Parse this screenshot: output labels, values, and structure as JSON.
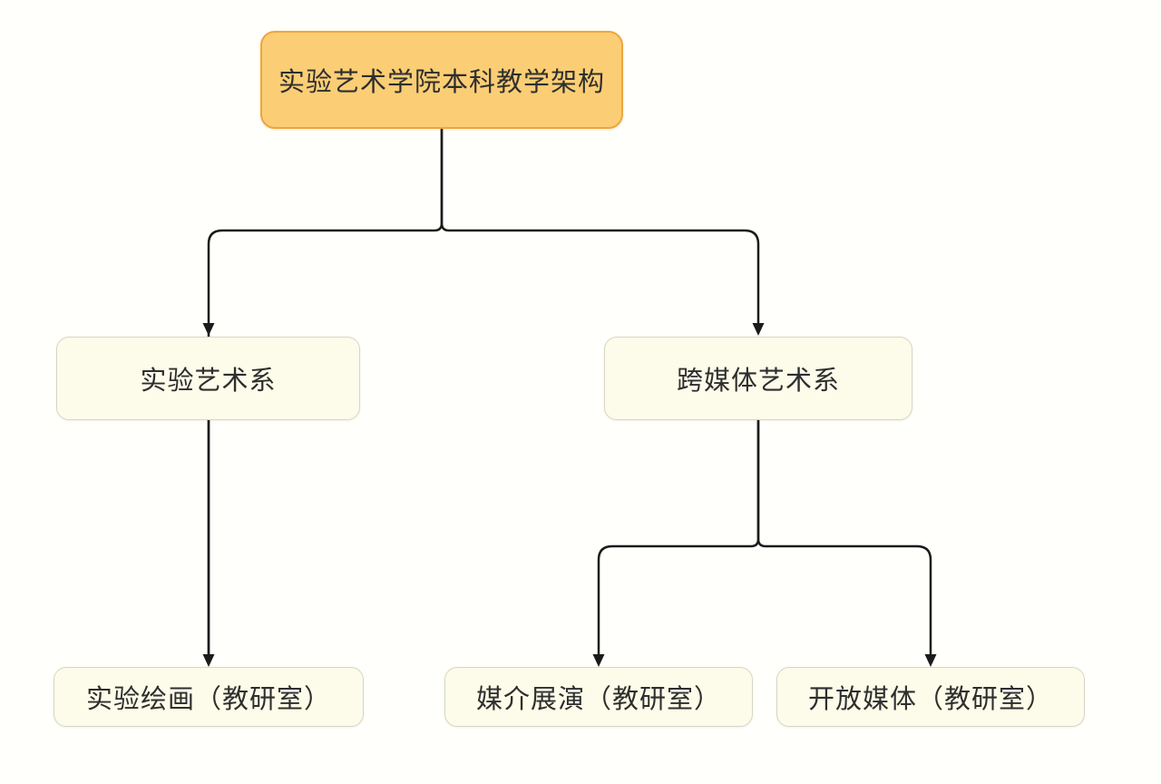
{
  "diagram": {
    "title": "实验艺术学院本科教学架构",
    "nodes": {
      "root": {
        "label": "实验艺术学院本科教学架构"
      },
      "dept_experimental_art": {
        "label": "实验艺术系"
      },
      "dept_crossmedia_art": {
        "label": "跨媒体艺术系"
      },
      "office_experimental_painting": {
        "label": "实验绘画（教研室）"
      },
      "office_media_exhibition": {
        "label": "媒介展演（教研室）"
      },
      "office_open_media": {
        "label": "开放媒体（教研室）"
      }
    },
    "edges": [
      {
        "from": "root",
        "to": "dept_experimental_art"
      },
      {
        "from": "root",
        "to": "dept_crossmedia_art"
      },
      {
        "from": "dept_experimental_art",
        "to": "office_experimental_painting"
      },
      {
        "from": "dept_crossmedia_art",
        "to": "office_media_exhibition"
      },
      {
        "from": "dept_crossmedia_art",
        "to": "office_open_media"
      }
    ]
  },
  "colors": {
    "background": "#fffffc",
    "root_fill": "#fbce75",
    "root_border": "#eda63c",
    "node_fill": "#fdfbe9",
    "node_border": "#d9d5c4",
    "line": "#1b1b1b",
    "text": "#2e2e2e"
  }
}
